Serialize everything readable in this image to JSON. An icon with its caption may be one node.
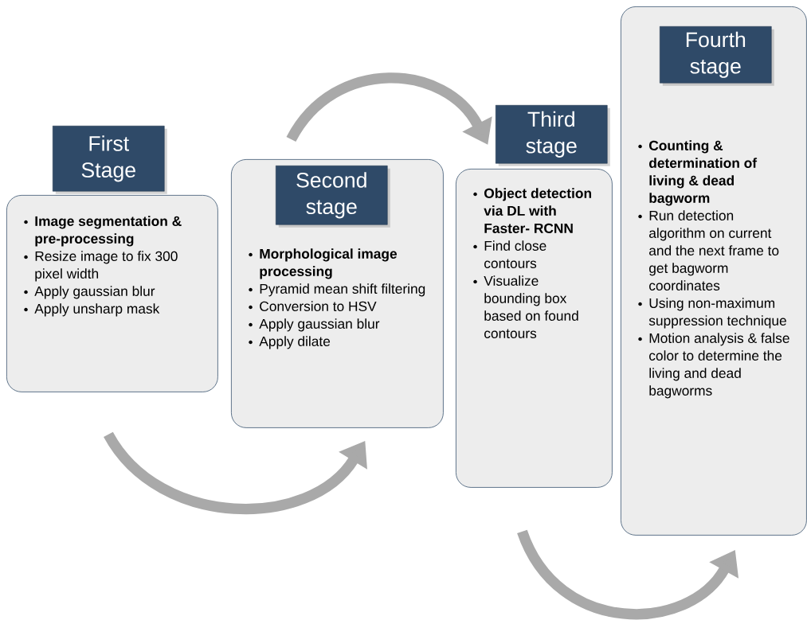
{
  "diagram": {
    "nodes": [
      {
        "text": [
          "First Stage",
          "Image segmentation & pre-processing",
          "Resize image to fix 300 pixel width",
          "Apply gaussian blur",
          "Apply unsharp mask"
        ]
      },
      {
        "text": [
          "Second stage",
          "Morphological image processing",
          "Pyramid mean shift filtering",
          "Conversion to HSV",
          "Apply gaussian blur",
          "Apply dilate"
        ]
      },
      {
        "text": [
          "Third stage",
          "Object detection via DL with Faster- RCNN",
          "Find close contours",
          "Visualize bounding box based on found contours"
        ]
      },
      {
        "text": [
          "Fourth stage",
          "Counting & determination of living & dead bagworm",
          "Run detection algorithm on current and the next frame to get bagworm coordinates",
          "Using non-maximum suppression technique",
          "Motion analysis & false color to determine the living and dead bagworms"
        ]
      }
    ],
    "edges": [
      {
        "from": 0,
        "to": 1,
        "arrow": "to"
      },
      {
        "from": 1,
        "to": 2,
        "arrow": "to"
      },
      {
        "from": 2,
        "to": 3,
        "arrow": "to"
      }
    ]
  }
}
